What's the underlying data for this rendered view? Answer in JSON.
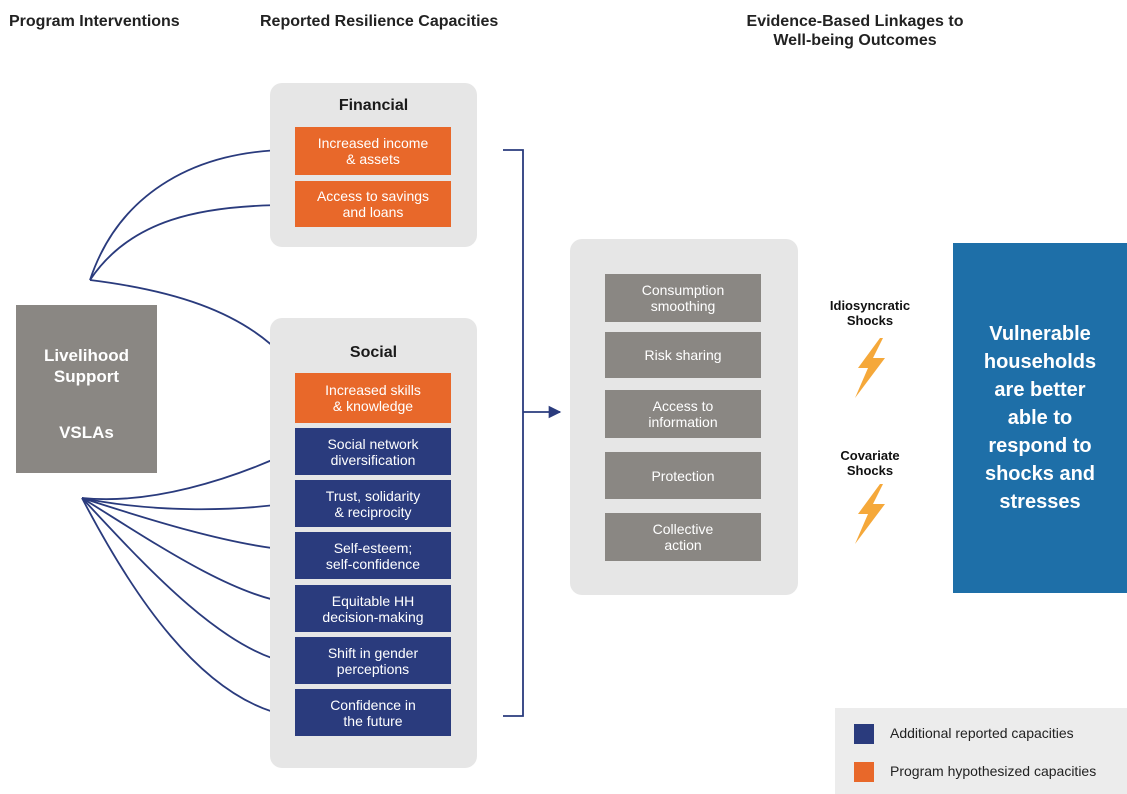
{
  "headers": {
    "interventions": "Program Interventions",
    "capacities": "Reported Resilience Capacities",
    "linkages": "Evidence-Based Linkages to\nWell-being Outcomes"
  },
  "intervention": {
    "line1": "Livelihood",
    "line2": "Support",
    "line3": "VSLAs"
  },
  "financial": {
    "title": "Financial",
    "items": [
      {
        "label": "Increased income\n& assets",
        "type": "hypothesized"
      },
      {
        "label": "Access to savings\nand loans",
        "type": "hypothesized"
      }
    ]
  },
  "social": {
    "title": "Social",
    "items": [
      {
        "label": "Increased skills\n& knowledge",
        "type": "hypothesized"
      },
      {
        "label": "Social network\ndiversification",
        "type": "additional"
      },
      {
        "label": "Trust, solidarity\n& reciprocity",
        "type": "additional"
      },
      {
        "label": "Self-esteem;\nself-confidence",
        "type": "additional"
      },
      {
        "label": "Equitable HH\ndecision-making",
        "type": "additional"
      },
      {
        "label": "Shift in gender\nperceptions",
        "type": "additional"
      },
      {
        "label": "Confidence in\nthe future",
        "type": "additional"
      }
    ]
  },
  "mechanisms": [
    "Consumption\nsmoothing",
    "Risk sharing",
    "Access to\ninformation",
    "Protection",
    "Collective\naction"
  ],
  "shocks": {
    "idiosyncratic": "Idiosyncratic\nShocks",
    "covariate": "Covariate\nShocks"
  },
  "outcome": "Vulnerable\nhouseholds\nare better\nable to\nrespond to\nshocks and\nstresses",
  "legend": {
    "additional": "Additional reported capacities",
    "hypothesized": "Program hypothesized capacities"
  },
  "colors": {
    "hypothesized": "#e8682a",
    "additional": "#2a3b7d",
    "outcome": "#1e6fa8",
    "neutral_box": "#8a8783",
    "arrow": "#2a3b7d",
    "bolt": "#f5a83a"
  }
}
